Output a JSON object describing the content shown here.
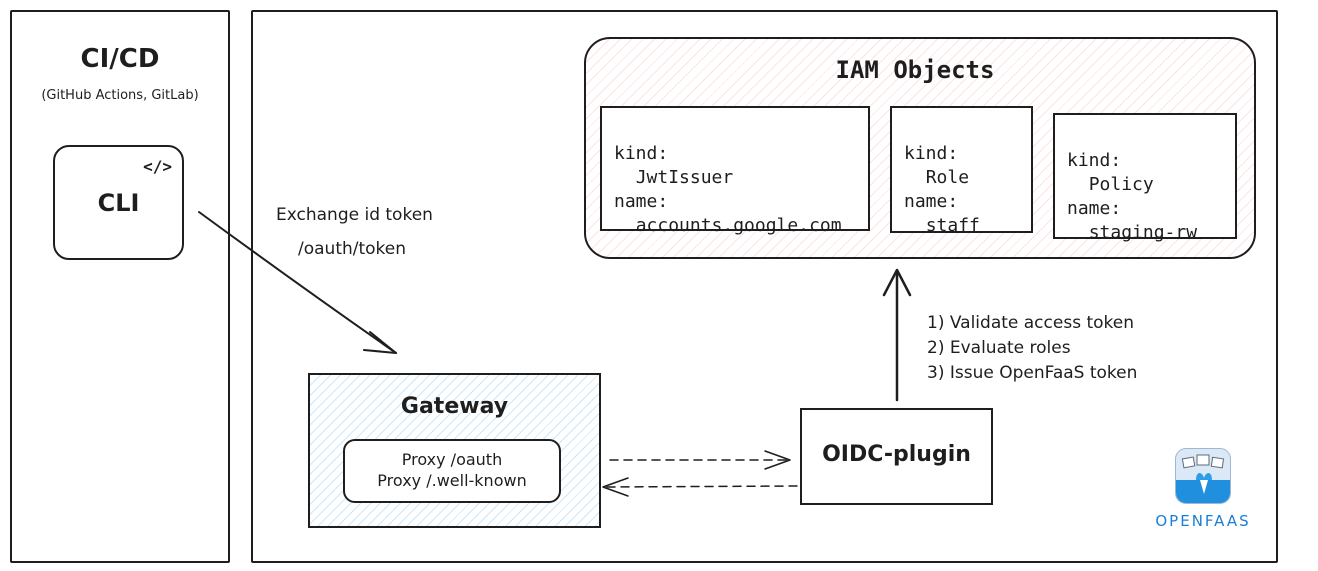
{
  "cicd": {
    "title": "CI/CD",
    "subtitle": "(GitHub Actions, GitLab)",
    "cli": {
      "label": "CLI",
      "code_icon": "</>"
    }
  },
  "exchange": {
    "line1": "Exchange id token",
    "line2": "/oauth/token"
  },
  "iam": {
    "title": "IAM Objects",
    "objects": [
      {
        "kind_key": "kind:",
        "kind": "JwtIssuer",
        "name_key": "name:",
        "name": "accounts.google.com"
      },
      {
        "kind_key": "kind:",
        "kind": "Role",
        "name_key": "name:",
        "name": "staff"
      },
      {
        "kind_key": "kind:",
        "kind": "Policy",
        "name_key": "name:",
        "name": "staging-rw"
      }
    ]
  },
  "steps": [
    "1) Validate access token",
    "2) Evaluate roles",
    "3) Issue OpenFaaS token"
  ],
  "gateway": {
    "title": "Gateway",
    "proxy1": "Proxy /oauth",
    "proxy2": "Proxy /.well-known"
  },
  "oidc": {
    "label": "OIDC-plugin"
  },
  "logo": {
    "text": "OPENFAAS",
    "icon": "openfaas-whale-icon"
  },
  "colors": {
    "iam_fill": "#ffc9c9",
    "gateway_fill": "#a5d8ff",
    "stroke": "#1e1e1e",
    "logo": "#1c7ed6"
  }
}
